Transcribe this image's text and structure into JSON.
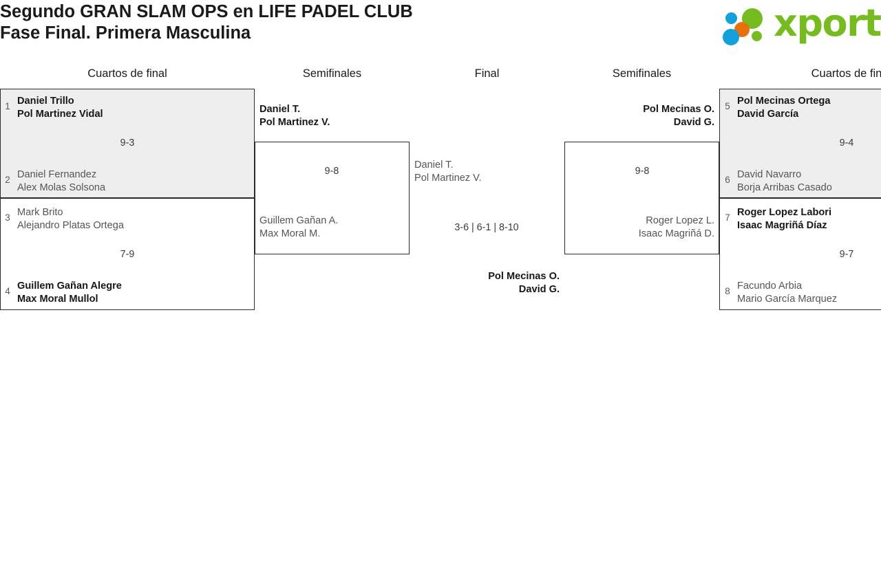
{
  "header": {
    "title_line1": "Segundo GRAN SLAM OPS en LIFE PADEL CLUB",
    "title_line2": "Fase Final. Primera Masculina",
    "logo_text": "xporty",
    "logo_colors": {
      "green": "#76bc21",
      "blue": "#13a0db",
      "orange": "#e8700d"
    }
  },
  "round_headers": {
    "qf_left": "Cuartos de final",
    "sf_left": "Semifinales",
    "final": "Final",
    "sf_right": "Semifinales",
    "qf_right": "Cuartos de fin"
  },
  "bracket": {
    "qf_left": [
      {
        "score": "9-3",
        "teams": [
          {
            "seed": "1",
            "line1": "Daniel Trillo",
            "line2": "Pol Martinez Vidal",
            "result": "win"
          },
          {
            "seed": "2",
            "line1": "Daniel Fernandez",
            "line2": "Alex Molas Solsona",
            "result": "lose"
          }
        ]
      },
      {
        "score": "7-9",
        "teams": [
          {
            "seed": "3",
            "line1": "Mark Brito",
            "line2": "Alejandro Platas Ortega",
            "result": "lose"
          },
          {
            "seed": "4",
            "line1": "Guillem Gañan Alegre",
            "line2": "Max Moral Mullol",
            "result": "win"
          }
        ]
      }
    ],
    "sf_left": {
      "score": "9-8",
      "teams": [
        {
          "line1": "Daniel T.",
          "line2": "Pol Martinez V.",
          "result": "win"
        },
        {
          "line1": "Guillem Gañan A.",
          "line2": "Max Moral M.",
          "result": "lose"
        }
      ]
    },
    "final": {
      "score": "3-6 | 6-1 | 8-10",
      "teams": [
        {
          "line1": "Daniel T.",
          "line2": "Pol Martinez V.",
          "result": "lose"
        },
        {
          "line1": "Pol Mecinas O.",
          "line2": "David G.",
          "result": "win"
        }
      ]
    },
    "sf_right": {
      "score": "9-8",
      "teams": [
        {
          "line1": "Pol Mecinas O.",
          "line2": "David G.",
          "result": "win"
        },
        {
          "line1": "Roger Lopez L.",
          "line2": "Isaac Magriñá D.",
          "result": "lose"
        }
      ]
    },
    "qf_right": [
      {
        "score": "9-4",
        "teams": [
          {
            "seed": "5",
            "line1": "Pol Mecinas Ortega",
            "line2": "David García",
            "result": "win"
          },
          {
            "seed": "6",
            "line1": "David Navarro",
            "line2": "Borja Arribas Casado",
            "result": "lose"
          }
        ]
      },
      {
        "score": "9-7",
        "teams": [
          {
            "seed": "7",
            "line1": "Roger Lopez Labori",
            "line2": "Isaac Magriñá Díaz",
            "result": "win"
          },
          {
            "seed": "8",
            "line1": "Facundo Arbia",
            "line2": "Mario García Marquez",
            "result": "lose"
          }
        ]
      }
    ]
  }
}
